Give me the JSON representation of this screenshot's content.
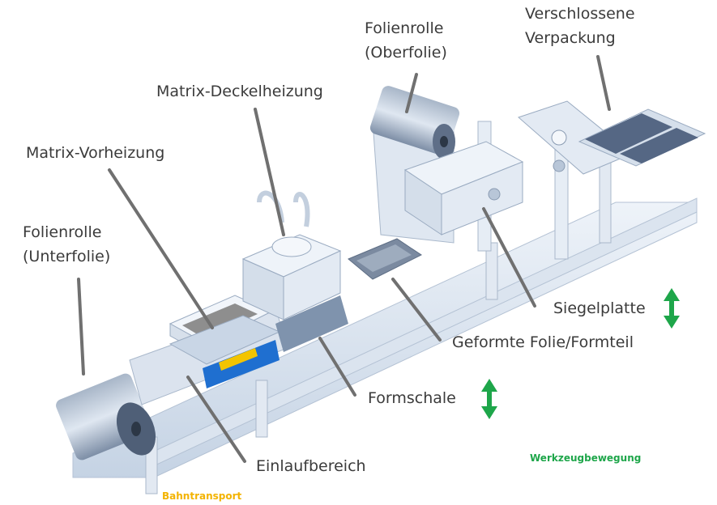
{
  "labels": {
    "folienrolle_oberfolie": [
      "Folienrolle",
      "(Oberfolie)"
    ],
    "verschlossene_verpackung": [
      "Verschlossene",
      "Verpackung"
    ],
    "matrix_deckelheizung": "Matrix-Deckelheizung",
    "matrix_vorheizung": "Matrix-Vorheizung",
    "folienrolle_unterfolie": [
      "Folienrolle",
      "(Unterfolie)"
    ],
    "siegelplatte": "Siegelplatte",
    "geformte_folie": "Geformte Folie/Formteil",
    "formschale": "Formschale",
    "einlaufbereich": "Einlaufbereich"
  },
  "legend": {
    "werkzeugbewegung": "Werkzeugbewegung",
    "bahntransport": "Bahntransport"
  },
  "colors": {
    "label_text": "#3b3b3b",
    "leader_line": "#707070",
    "arrow_green": "#1ea64a",
    "werkzeugbewegung": "#1ea64a",
    "bahntransport": "#f3b300",
    "machine_light": "#e4ecf6",
    "machine_mid": "#c9d7e8",
    "machine_dark": "#8ea2bb",
    "roll_dark": "#6f8099",
    "tray_blue": "#1f6fd0"
  },
  "icons": [
    "vertical-double-arrow-icon"
  ]
}
